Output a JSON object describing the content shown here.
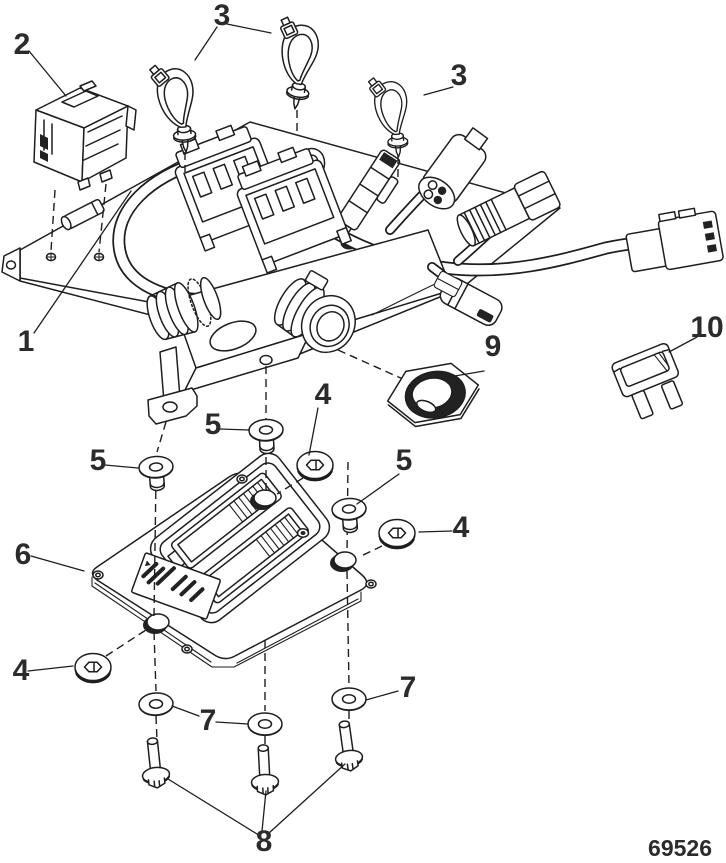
{
  "diagram": {
    "part_number": "69526",
    "callouts": {
      "c1": "1",
      "c2": "2",
      "c3a": "3",
      "c3b": "3",
      "c4a": "4",
      "c4b": "4",
      "c4c": "4",
      "c5a": "5",
      "c5b": "5",
      "c5c": "5",
      "c6": "6",
      "c7a": "7",
      "c7b": "7",
      "c8": "8",
      "c9": "9",
      "c10": "10"
    }
  }
}
